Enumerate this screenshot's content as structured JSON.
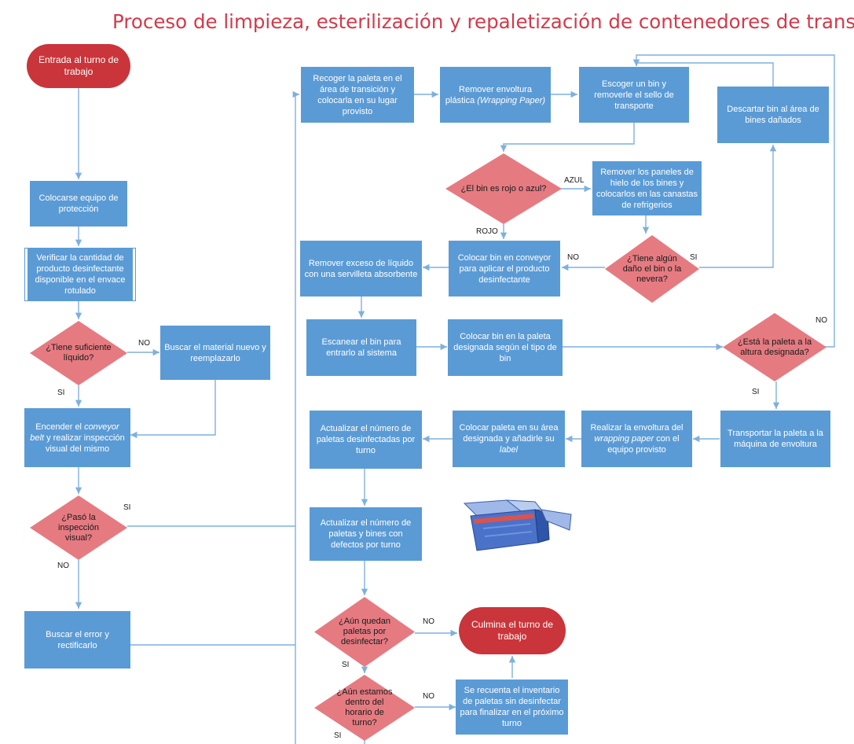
{
  "title": "Proceso de limpieza, esterilización y repaletización de contenedores de transporte",
  "nodes": {
    "start": "Entrada al turno de trabajo",
    "equipo": "Colocarse equipo de protección",
    "verificar": "Verificar la cantidad de producto desinfectante disponible en el envace rotulado",
    "q_liquido": "¿Tiene suficiente líquido?",
    "buscar_material": "Buscar el material nuevo y reemplazarlo",
    "encender": "Encender el conveyor belt y realizar inspección visual del mismo",
    "q_inspeccion": "¿Pasó la inspección visual?",
    "buscar_error": "Buscar el error y rectificarlo",
    "recoger": "Recoger la paleta en el área de transición y colocarla en su lugar provisto",
    "remover_envoltura": "Remover envoltura plástica (Wrapping Paper)",
    "escoger_bin": "Escoger un bin y removerle el sello de transporte",
    "descartar": "Descartar bin al área de bines dañados",
    "q_color": "¿El bin es rojo o azul?",
    "remover_paneles": "Remover los paneles de hielo de los bines y colocarlos en las canastas de refrigerios",
    "q_dano": "¿Tiene algún daño el bin o la nevera?",
    "colocar_conveyor": "Colocar bin en conveyor para aplicar el producto desinfectante",
    "remover_exceso": "Remover exceso de líquido con una servilleta absorbente",
    "escanear": "Escanear el bin para entrarlo al sistema",
    "colocar_paleta": "Colocar bin en la paleta designada según el tipo de bin",
    "q_altura": "¿Está la paleta a la altura designada?",
    "transportar": "Transportar la paleta a la máquina de envoltura",
    "realizar_envoltura": "Realizar la envoltura del wrapping paper con el equipo provisto",
    "colocar_area": "Colocar paleta en su área designada y añadirle su label",
    "actualizar_des": "Actualizar el número de paletas desinfectadas por turno",
    "actualizar_def": "Actualizar el número de paletas y bines con defectos por turno",
    "q_quedan": "¿Aún quedan paletas por desinfectar?",
    "culmina": "Culmina el turno de trabajo",
    "q_horario": "¿Aún estamos dentro del horario de turno?",
    "recuenta": "Se recuenta el inventario de paletas sin desinfectar para finalizar en el próximo turno"
  },
  "labels": {
    "no": "NO",
    "si": "SI",
    "azul": "AZUL",
    "rojo": "ROJO"
  },
  "colors": {
    "process": "#5b9bd5",
    "terminal": "#c9353a",
    "decision": "#e57b81",
    "title": "#d23a4a",
    "connector": "#7fb0dd"
  }
}
